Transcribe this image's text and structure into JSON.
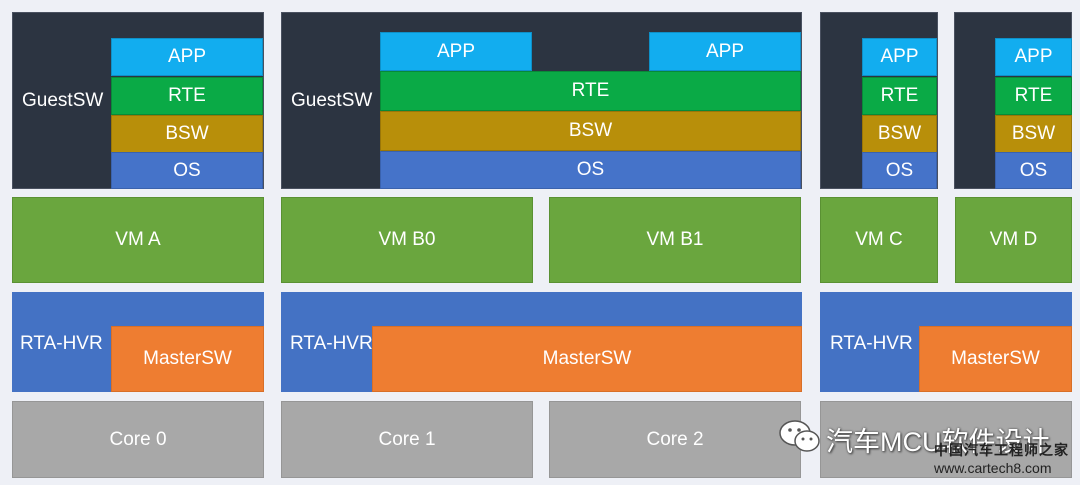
{
  "guest_label": "GuestSW",
  "stack": {
    "app": "APP",
    "rte": "RTE",
    "bsw": "BSW",
    "os": "OS"
  },
  "vms": {
    "a": "VM A",
    "b0": "VM B0",
    "b1": "VM B1",
    "c": "VM C",
    "d": "VM D"
  },
  "hypervisor": {
    "label": "RTA-HVR",
    "master": "MasterSW"
  },
  "cores": {
    "c0": "Core 0",
    "c1": "Core 1",
    "c2": "Core 2"
  },
  "watermark": {
    "title": "汽车MCU软件设计",
    "subtitle": "中国汽车工程师之家",
    "url": "www.cartech8.com"
  },
  "colors": {
    "app": "#12adef",
    "rte": "#0aaa46",
    "bsw": "#b88f0a",
    "os": "#4573c9",
    "vm": "#6aa63e",
    "hypervisor": "#4472c4",
    "master": "#ee7d31",
    "core": "#a8a8a8",
    "guest": "#2c3441"
  }
}
